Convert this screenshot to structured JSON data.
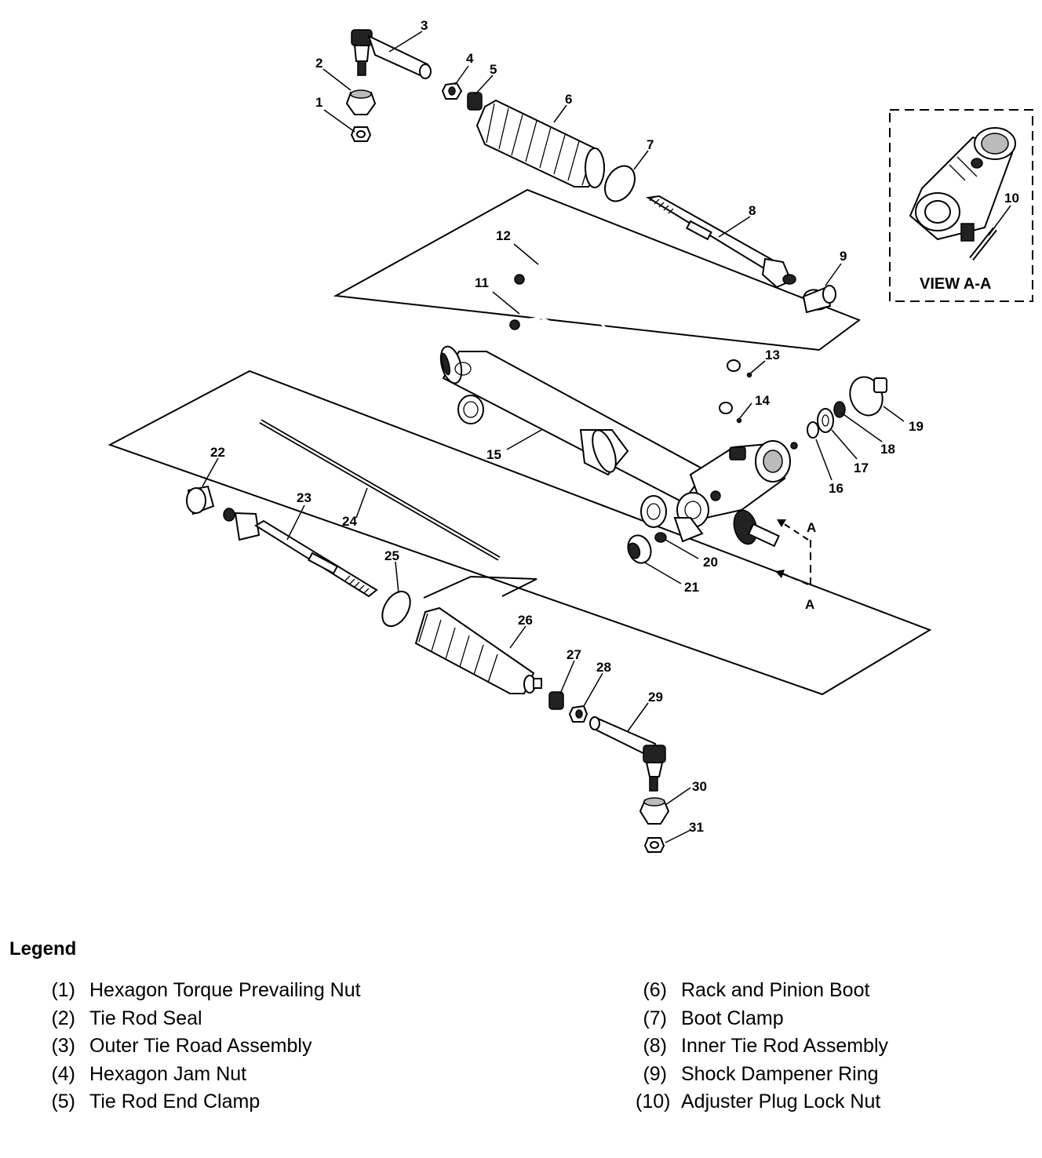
{
  "callouts": [
    "1",
    "2",
    "3",
    "4",
    "5",
    "6",
    "7",
    "8",
    "9",
    "10",
    "11",
    "12",
    "13",
    "14",
    "15",
    "16",
    "17",
    "18",
    "19",
    "20",
    "21",
    "22",
    "23",
    "24",
    "25",
    "26",
    "27",
    "28",
    "29",
    "30",
    "31"
  ],
  "view": {
    "label": "VIEW A-A",
    "section_letter_top": "A",
    "section_letter_bottom": "A"
  },
  "legend": {
    "title": "Legend",
    "left": [
      {
        "num": "(1)",
        "label": "Hexagon Torque Prevailing Nut"
      },
      {
        "num": "(2)",
        "label": "Tie Rod Seal"
      },
      {
        "num": "(3)",
        "label": "Outer Tie Road Assembly"
      },
      {
        "num": "(4)",
        "label": "Hexagon Jam Nut"
      },
      {
        "num": "(5)",
        "label": "Tie Rod End Clamp"
      }
    ],
    "right": [
      {
        "num": "(6)",
        "label": "Rack and Pinion Boot"
      },
      {
        "num": "(7)",
        "label": "Boot Clamp"
      },
      {
        "num": "(8)",
        "label": "Inner Tie Rod Assembly"
      },
      {
        "num": "(9)",
        "label": "Shock Dampener Ring"
      },
      {
        "num": "(10)",
        "label": "Adjuster Plug Lock Nut"
      }
    ]
  }
}
